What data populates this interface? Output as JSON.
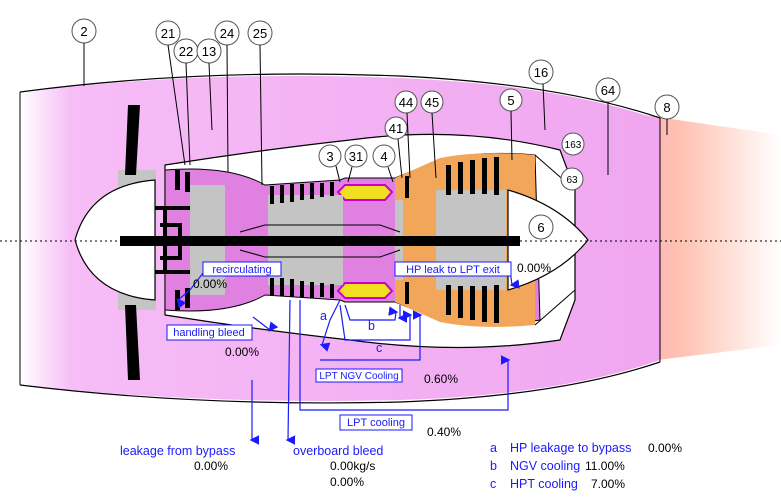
{
  "stations": [
    "2",
    "21",
    "22",
    "13",
    "24",
    "25",
    "3",
    "31",
    "4",
    "41",
    "44",
    "45",
    "5",
    "16",
    "64",
    "8",
    "163",
    "63",
    "6"
  ],
  "flow_labels": {
    "recirculating": "recirculating",
    "hp_leak_to_lpt_exit": "HP leak to LPT exit",
    "handling_bleed": "handling bleed",
    "lpt_ngv_cooling": "LPT NGV Cooling",
    "lpt_cooling": "LPT cooling",
    "a": "a",
    "b": "b",
    "c": "c"
  },
  "values": {
    "recirculating": "0.00%",
    "hp_leak_to_lpt_exit": "0.00%",
    "handling_bleed": "0.00%",
    "lpt_ngv_cooling": "0.60%",
    "lpt_cooling": "0.40%"
  },
  "bottom": {
    "leakage_from_bypass": {
      "label": "leakage from bypass",
      "value": "0.00%"
    },
    "overboard_bleed": {
      "label": "overboard bleed",
      "value_flow": "0.00kg/s",
      "value_pct": "0.00%"
    }
  },
  "legend": [
    {
      "key": "a",
      "label": "HP leakage to bypass",
      "value": "0.00%"
    },
    {
      "key": "b",
      "label": "NGV cooling",
      "value": "11.00%"
    },
    {
      "key": "c",
      "label": "HPT cooling",
      "value": "7.00%"
    }
  ],
  "colors": {
    "bypass_pink": "#f2a8f2",
    "core_magenta": "#dd66dd",
    "combustor": "#f0e020",
    "turbine_orange": "#f0a050",
    "exhaust": "#ffc8b4",
    "label_blue": "#1a1aff",
    "disk_gray": "#c0c0c0"
  }
}
